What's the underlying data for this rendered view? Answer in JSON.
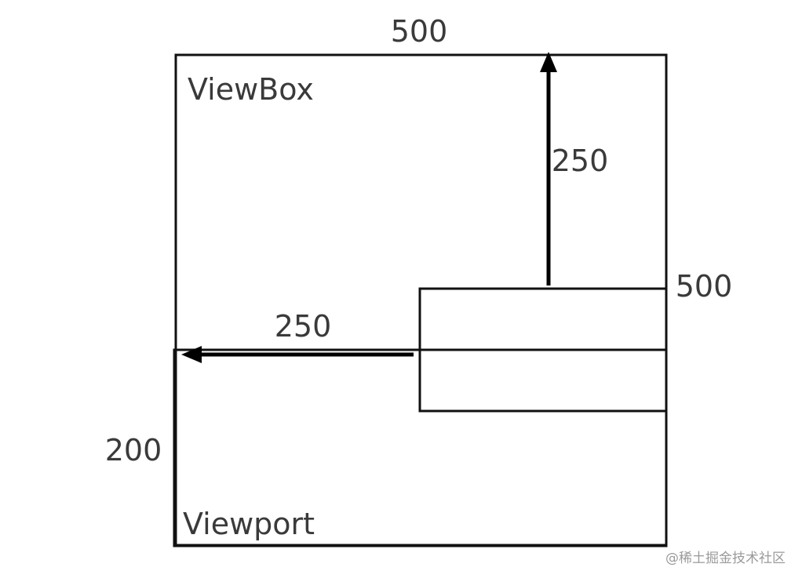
{
  "labels": {
    "viewbox_width": "500",
    "viewbox_height": "500",
    "viewbox": "ViewBox",
    "viewport": "Viewport",
    "viewport_height": "200",
    "offset_up": "250",
    "offset_left": "250"
  },
  "watermark": "@稀土掘金技术社区"
}
